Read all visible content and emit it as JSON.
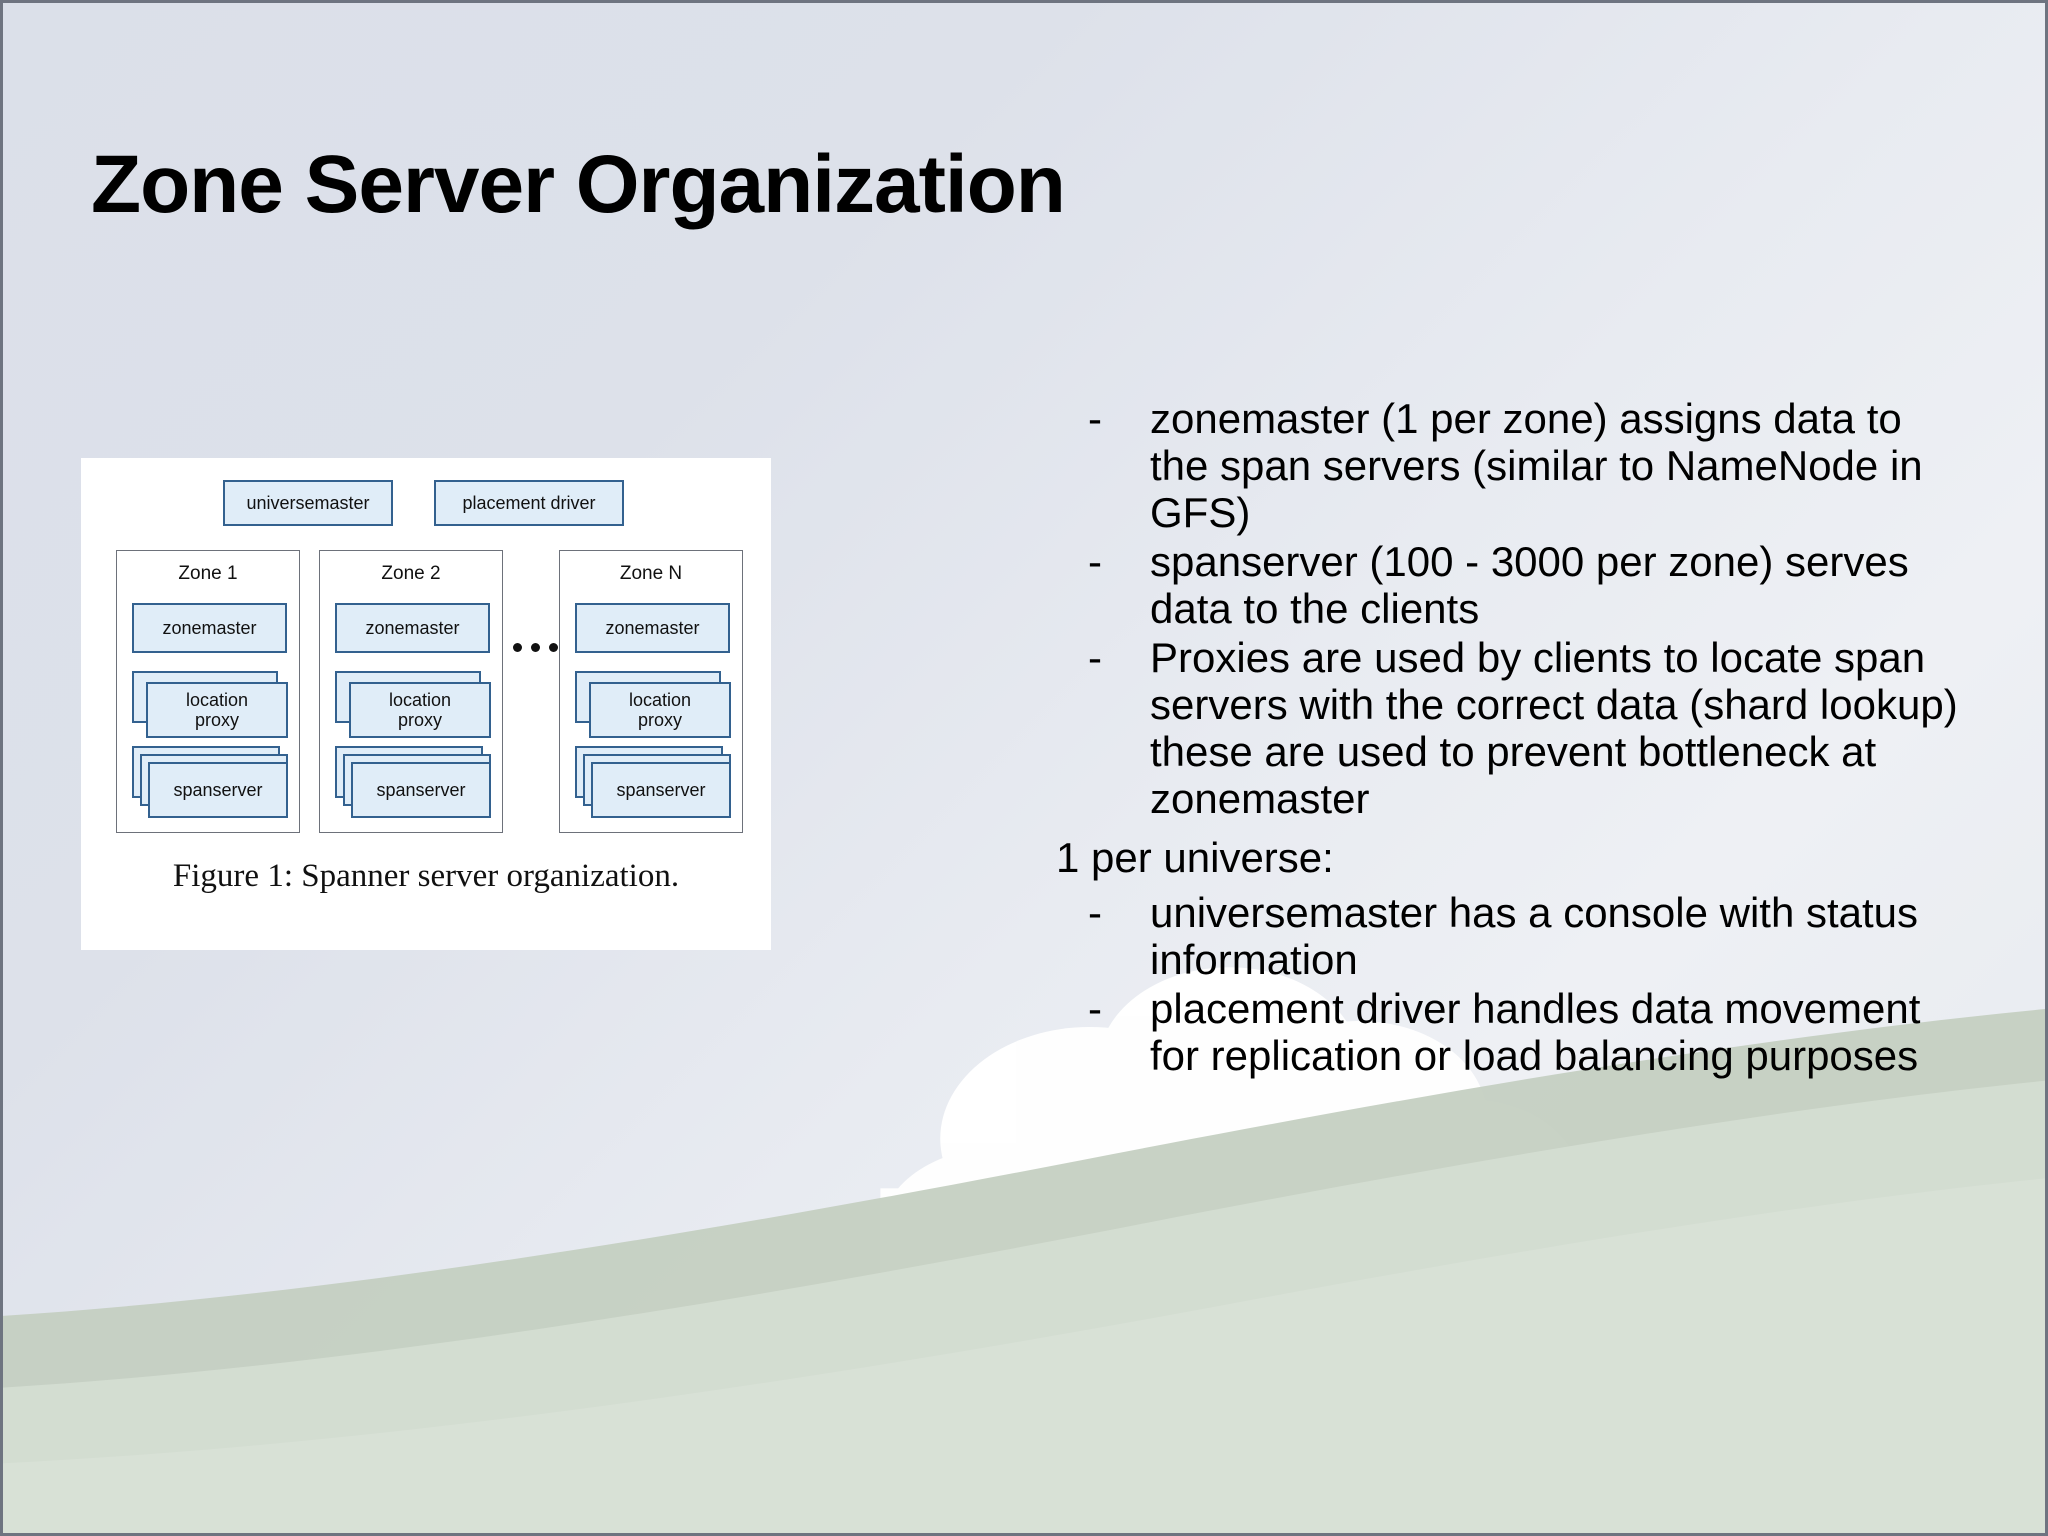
{
  "slide": {
    "title": "Zone Server Organization",
    "background_color": "#dde1ea",
    "hill_color": "#ccd6c9",
    "cloud_color": "#ffffff"
  },
  "figure": {
    "caption": "Figure 1: Spanner server organization.",
    "box_fill": "#e0edf8",
    "box_border": "#33618f",
    "top_boxes": [
      {
        "label": "universemaster"
      },
      {
        "label": "placement driver"
      }
    ],
    "ellipsis": "• • •",
    "zones": [
      {
        "title": "Zone 1",
        "zonemaster": "zonemaster",
        "location_proxy": "location proxy",
        "location_proxy_line1": "location",
        "location_proxy_line2": "proxy",
        "spanserver": "spanserver"
      },
      {
        "title": "Zone 2",
        "zonemaster": "zonemaster",
        "location_proxy": "location proxy",
        "location_proxy_line1": "location",
        "location_proxy_line2": "proxy",
        "spanserver": "spanserver"
      },
      {
        "title": "Zone N",
        "zonemaster": "zonemaster",
        "location_proxy": "location proxy",
        "location_proxy_line1": "location",
        "location_proxy_line2": "proxy",
        "spanserver": "spanserver"
      }
    ]
  },
  "content": {
    "marker": "-",
    "bullets_top": [
      "zonemaster (1 per zone) assigns data to the span servers (similar to NameNode in GFS)",
      "spanserver (100 - 3000 per zone) serves data to the clients",
      "Proxies are used by clients to locate span servers with the correct data (shard lookup) these are used to prevent bottleneck at zonemaster"
    ],
    "section_heading": "1 per universe:",
    "bullets_bottom": [
      "universemaster has a console with status information",
      "placement driver handles data movement for replication or load balancing purposes"
    ]
  }
}
